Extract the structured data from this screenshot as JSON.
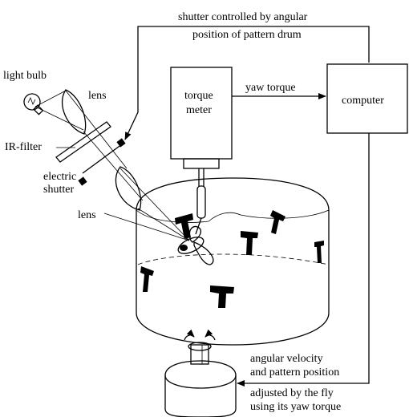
{
  "labels": {
    "shutter_note_line1": "shutter controlled by angular",
    "shutter_note_line2": "position of pattern drum",
    "light_bulb": "light bulb",
    "lens_top": "lens",
    "ir_filter": "IR-filter",
    "electric_shutter_line1": "electric",
    "electric_shutter_line2": "shutter",
    "lens_bottom": "lens",
    "torque_meter_line1": "torque",
    "torque_meter_line2": "meter",
    "yaw_torque": "yaw torque",
    "computer": "computer",
    "feedback_line1": "angular velocity",
    "feedback_line2": "and pattern position",
    "feedback_line3": "adjusted by the fly",
    "feedback_line4": "using its yaw torque"
  }
}
